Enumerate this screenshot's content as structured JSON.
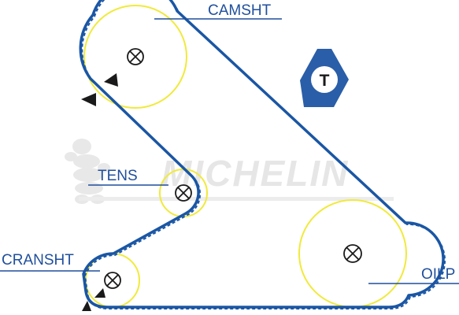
{
  "colors": {
    "belt_blue": "#1a56a4",
    "pulley_yellow": "#f0ea3c",
    "marker_black": "#1a1a1a",
    "label_blue": "#1f4f9c",
    "badge_blue": "#2a5ea8",
    "watermark_gray": "#e8e8e8"
  },
  "watermark": {
    "brand_text": "MICHELIN"
  },
  "labels": {
    "camshaft": "CAMSHT",
    "tensioner": "TENS",
    "crankshaft": "CRANSHT",
    "oil_pump": "OILP"
  },
  "badge": {
    "text": "T",
    "icon": "tensioner-badge-icon"
  },
  "icons": {
    "pulley_center": "x-circle-icon",
    "direction_marker": "triangle-arrow-icon"
  }
}
